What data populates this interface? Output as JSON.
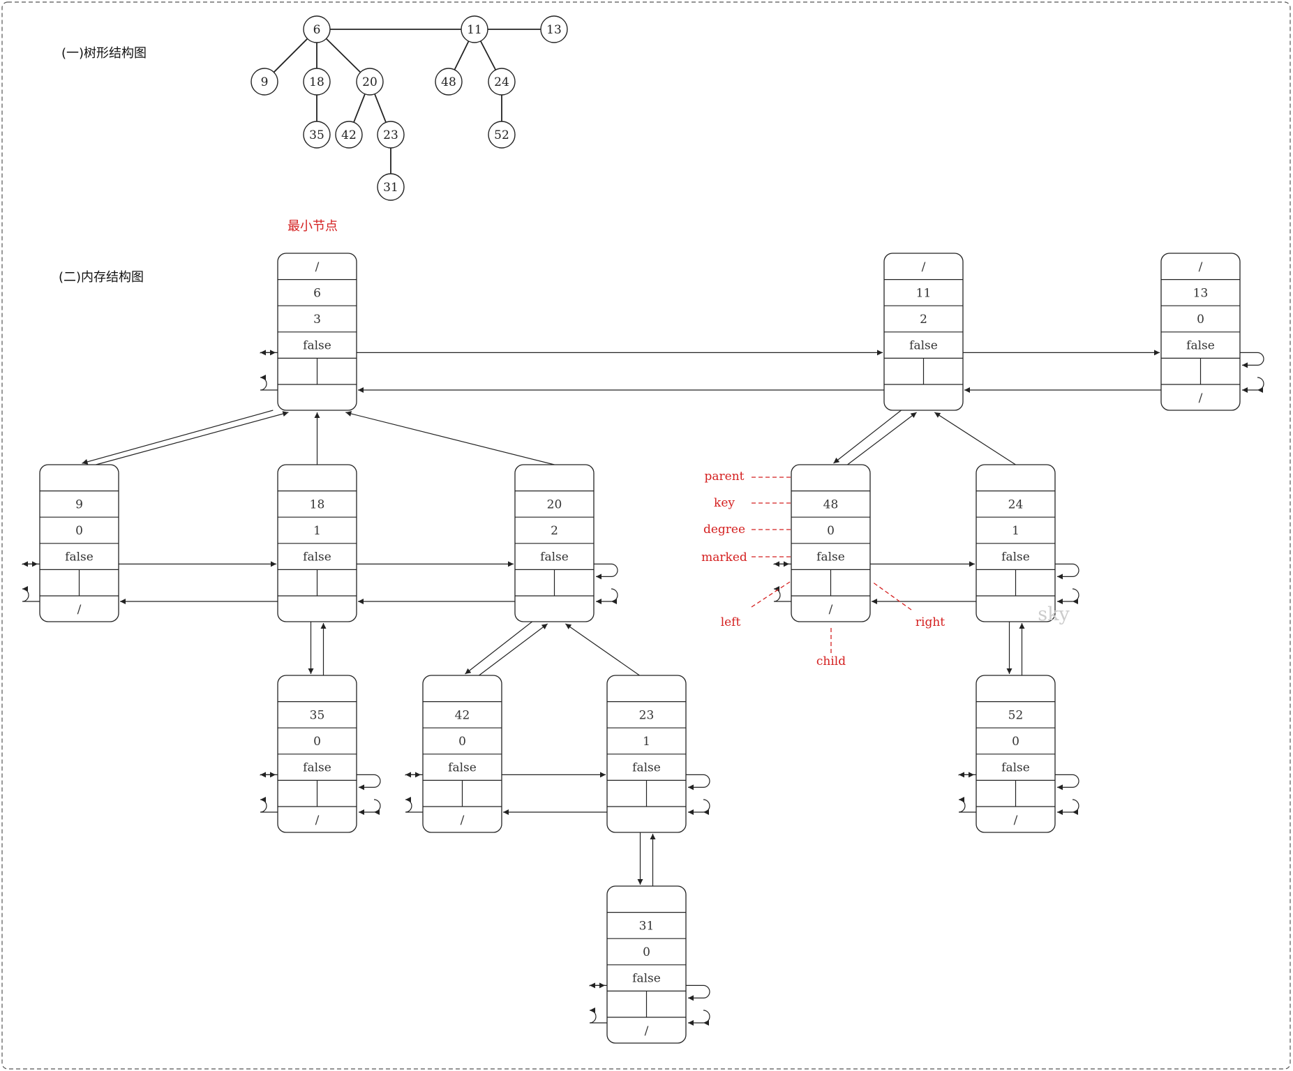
{
  "sections": {
    "tree_title": "(一)树形结构图",
    "memory_title": "(二)内存结构图",
    "min_label": "最小节点"
  },
  "colors": {
    "line": "#222222",
    "annotation": "#d42020",
    "border": "#555555",
    "watermark": "#cccccc"
  },
  "tree": {
    "nodes": [
      "6",
      "9",
      "18",
      "20",
      "35",
      "42",
      "23",
      "31",
      "11",
      "48",
      "24",
      "52",
      "13"
    ],
    "root_list": [
      "6",
      "11",
      "13"
    ],
    "edges": [
      [
        "6",
        "9"
      ],
      [
        "6",
        "18"
      ],
      [
        "6",
        "20"
      ],
      [
        "18",
        "35"
      ],
      [
        "20",
        "42"
      ],
      [
        "20",
        "23"
      ],
      [
        "23",
        "31"
      ],
      [
        "11",
        "48"
      ],
      [
        "11",
        "24"
      ],
      [
        "24",
        "52"
      ]
    ]
  },
  "memory": {
    "nodes": [
      {
        "key": "6",
        "degree": "3",
        "marked": "false",
        "parent": "/",
        "child": ""
      },
      {
        "key": "11",
        "degree": "2",
        "marked": "false",
        "parent": "/",
        "child": ""
      },
      {
        "key": "13",
        "degree": "0",
        "marked": "false",
        "parent": "/",
        "child": "/"
      },
      {
        "key": "9",
        "degree": "0",
        "marked": "false",
        "parent": "",
        "child": "/"
      },
      {
        "key": "18",
        "degree": "1",
        "marked": "false",
        "parent": "",
        "child": ""
      },
      {
        "key": "20",
        "degree": "2",
        "marked": "false",
        "parent": "",
        "child": ""
      },
      {
        "key": "48",
        "degree": "0",
        "marked": "false",
        "parent": "",
        "child": "/"
      },
      {
        "key": "24",
        "degree": "1",
        "marked": "false",
        "parent": "",
        "child": ""
      },
      {
        "key": "35",
        "degree": "0",
        "marked": "false",
        "parent": "",
        "child": "/"
      },
      {
        "key": "42",
        "degree": "0",
        "marked": "false",
        "parent": "",
        "child": "/"
      },
      {
        "key": "23",
        "degree": "1",
        "marked": "false",
        "parent": "",
        "child": ""
      },
      {
        "key": "52",
        "degree": "0",
        "marked": "false",
        "parent": "",
        "child": "/"
      },
      {
        "key": "31",
        "degree": "0",
        "marked": "false",
        "parent": "",
        "child": "/"
      }
    ]
  },
  "annotations": {
    "parent": "parent",
    "key": "key",
    "degree": "degree",
    "marked": "marked",
    "left": "left",
    "right": "right",
    "child": "child"
  },
  "watermark": "sky"
}
